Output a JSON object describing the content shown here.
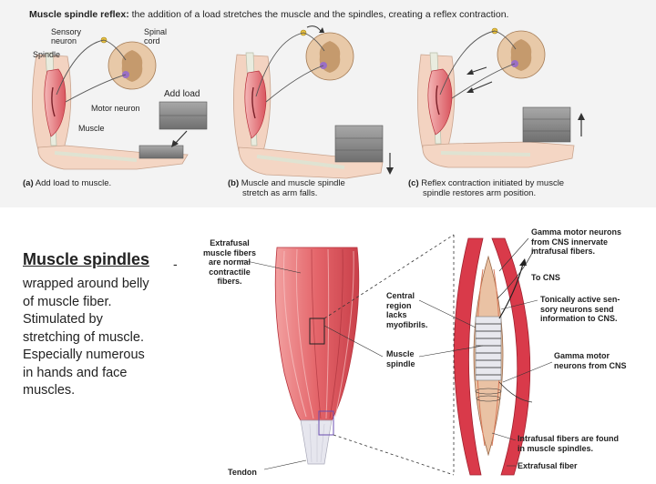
{
  "title": {
    "bold": "Muscle spindle reflex:",
    "rest": " the addition of a load stretches the muscle and the spindles, creating a reflex contraction."
  },
  "panel_a": {
    "labels": {
      "sensory_line1": "Sensory",
      "sensory_line2": "neuron",
      "spindle": "Spindle",
      "spinal_line1": "Spinal",
      "spinal_line2": "cord",
      "motor_neuron": "Motor neuron",
      "add_load": "Add load",
      "muscle": "Muscle"
    },
    "caption": {
      "letter": "(a)",
      "text": "Add load to muscle."
    }
  },
  "panel_b": {
    "caption": {
      "letter": "(b)",
      "line1": "Muscle and muscle spindle",
      "line2": "stretch as arm falls."
    }
  },
  "panel_c": {
    "caption": {
      "letter": "(c)",
      "line1": "Reflex contraction initiated by muscle",
      "line2": "spindle restores arm position."
    }
  },
  "description": {
    "heading": "Muscle spindles",
    "dash": "-",
    "lines": [
      "wrapped around belly",
      "of muscle fiber.",
      "Stimulated by",
      "stretching of muscle.",
      "Especially numerous",
      "in hands and face",
      "muscles."
    ]
  },
  "bottom_labels": {
    "extrafusal": [
      "Extrafusal",
      "muscle fibers",
      "are normal",
      "contractile",
      "fibers."
    ],
    "central": [
      "Central",
      "region",
      "lacks",
      "myofibrils."
    ],
    "spindle": [
      "Muscle",
      "spindle"
    ],
    "tendon": "Tendon",
    "gamma_top": [
      "Gamma motor neurons",
      "from CNS innervate",
      "intrafusal fibers."
    ],
    "to_cns": "To CNS",
    "tonically": [
      "Tonically active sen-",
      "sory neurons send",
      "information to CNS."
    ],
    "gamma_bottom": [
      "Gamma motor",
      "neurons from CNS"
    ],
    "intrafusal": [
      "Intrafusal fibers are found",
      "in muscle spindles."
    ],
    "extrafusal_fiber": "Extrafusal fiber"
  },
  "colors": {
    "muscle": "#e04a55",
    "muscle_dark": "#b8323c",
    "spinal_cord": "#e8c9a8",
    "grey_matter": "#b98a5a",
    "motor_neuron": "#9b6fc4",
    "skin": "#f4d6c4",
    "bone": "#e9ecdf",
    "load": "#8a8a8a",
    "sensory_neuron": "#e8c040"
  }
}
